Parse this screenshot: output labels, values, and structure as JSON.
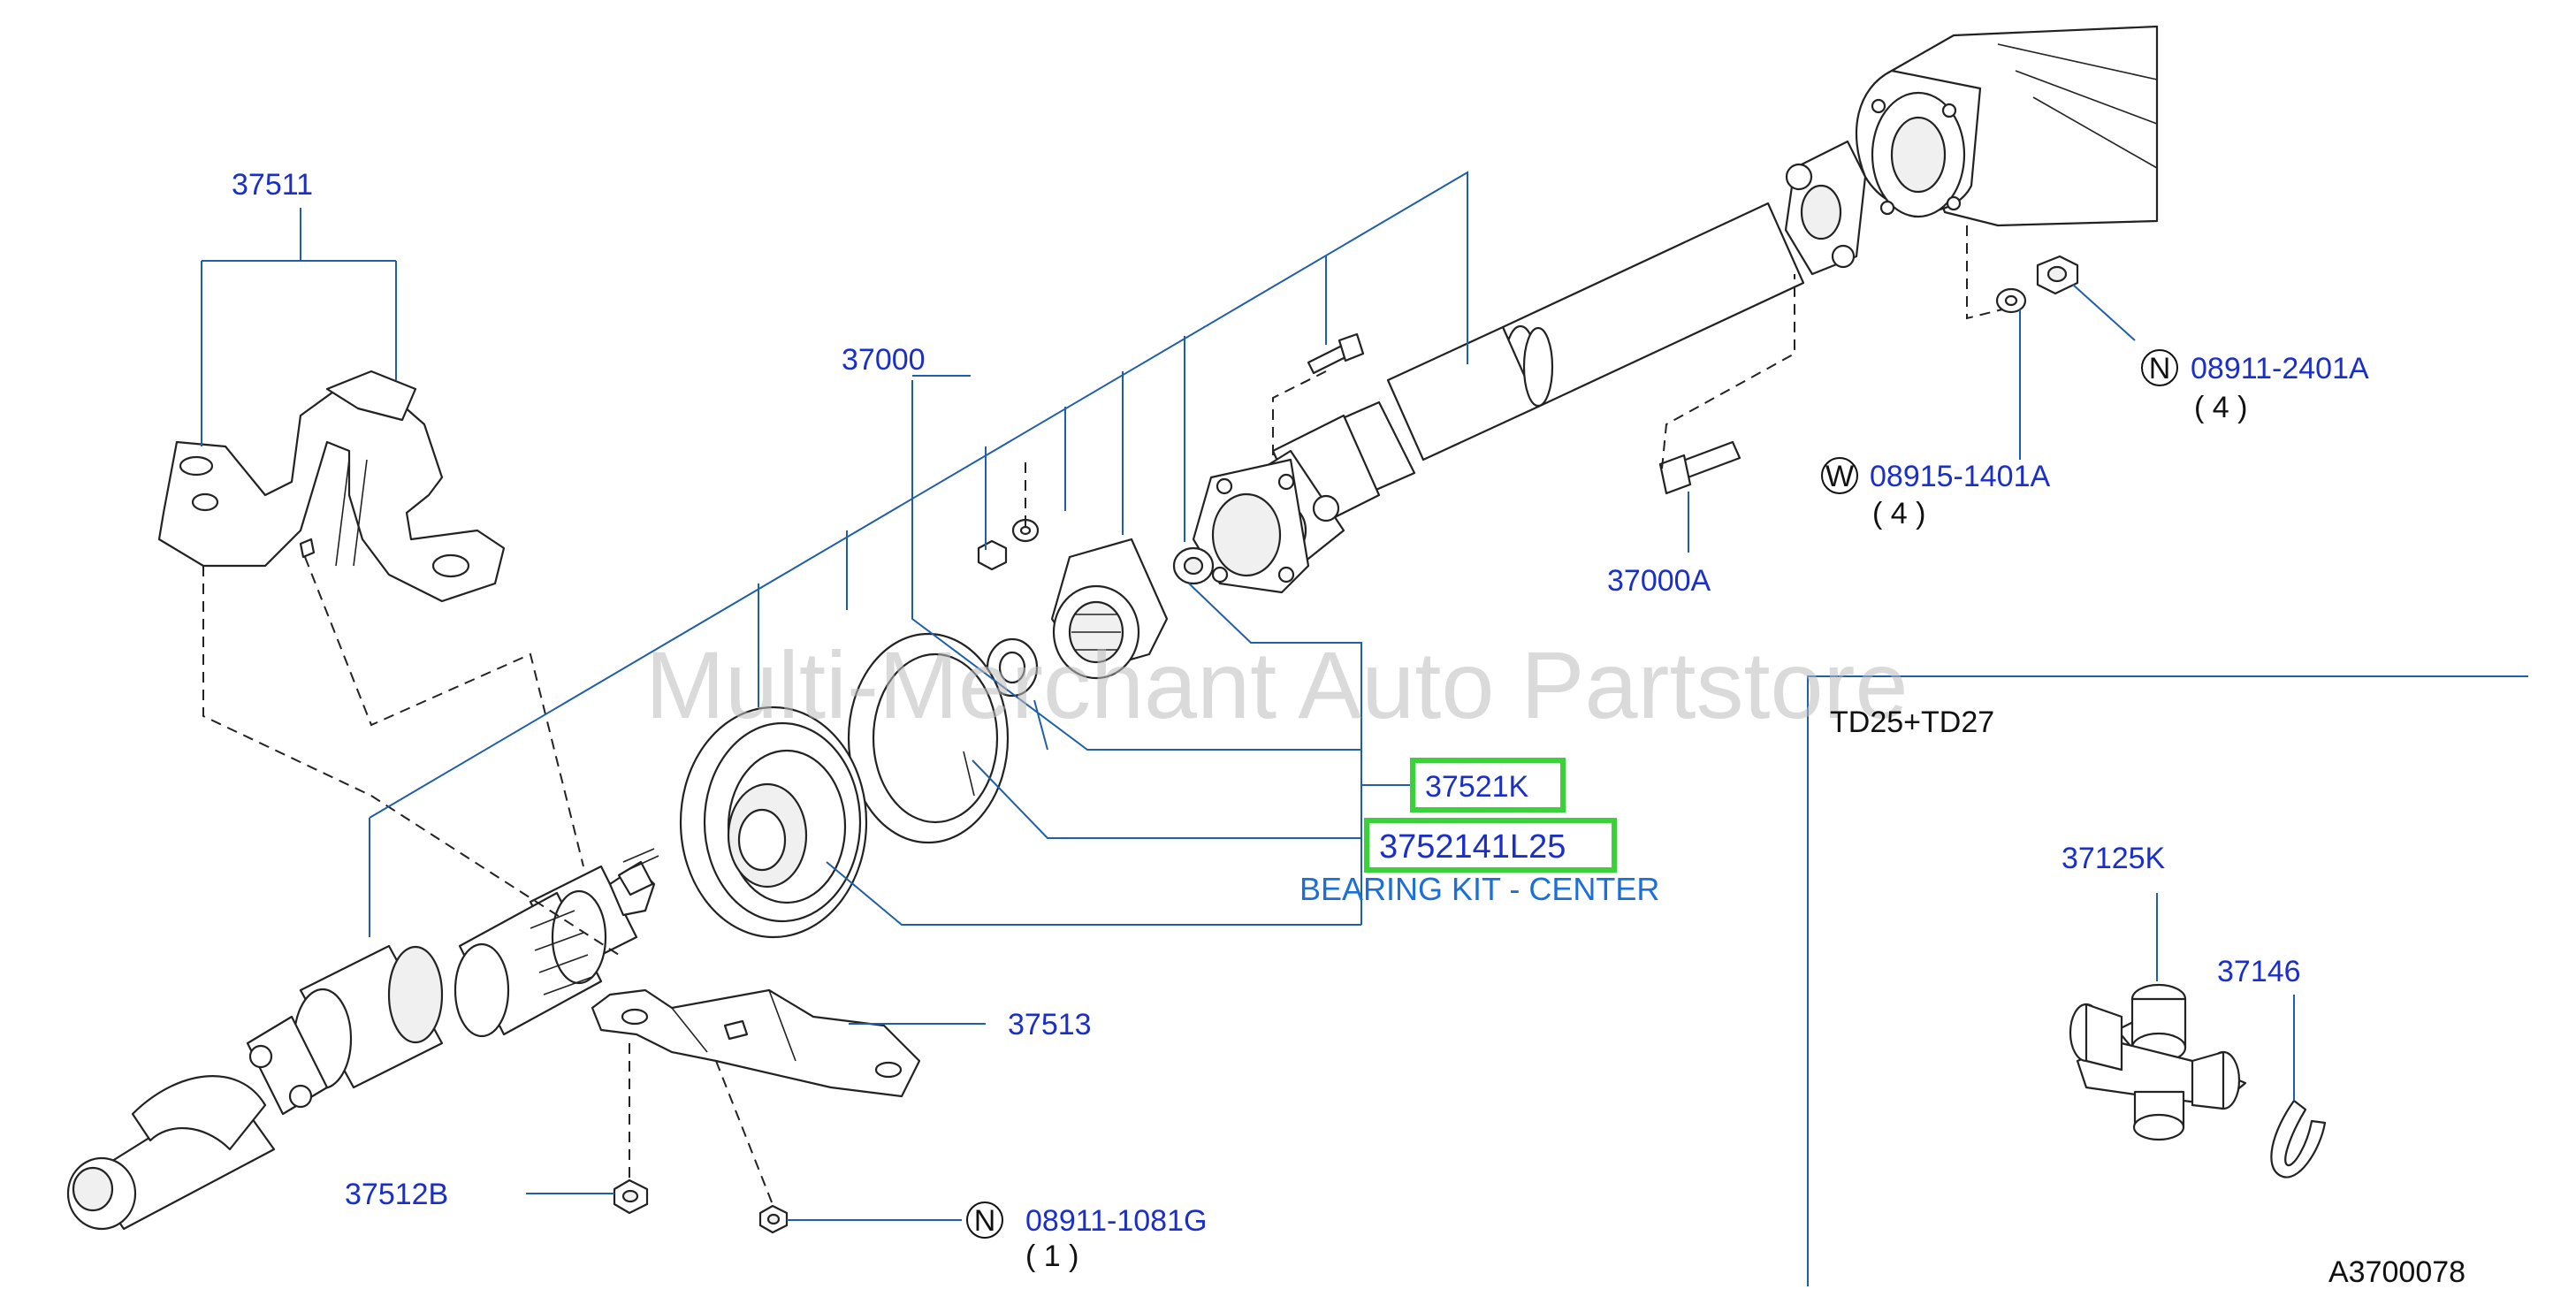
{
  "watermark": "Multi-Merchant Auto Partstore",
  "diagram_id": "A3700078",
  "inset_title": "TD25+TD27",
  "parts": {
    "p37511": "37511",
    "p37000": "37000",
    "p37000A": "37000A",
    "p37521K": "37521K",
    "p3752141L25": "3752141L25",
    "bearing_desc": "BEARING KIT - CENTER",
    "p37513": "37513",
    "p37512B": "37512B",
    "p089111081G": "08911-1081G",
    "q089111081G": "( 1 )",
    "p089152401A": "08911-2401A",
    "q089112401A": "( 4 )",
    "p089151401A": "08915-1401A",
    "q089151401A": "( 4 )",
    "p37125K": "37125K",
    "p37146": "37146"
  },
  "symbols": {
    "n1": "N",
    "w1": "W",
    "n2": "N"
  },
  "colors": {
    "label": "#1a2fc9",
    "leader": "#1f5fa8",
    "highlight": "#3ad13a",
    "description": "#1a6fd8"
  }
}
